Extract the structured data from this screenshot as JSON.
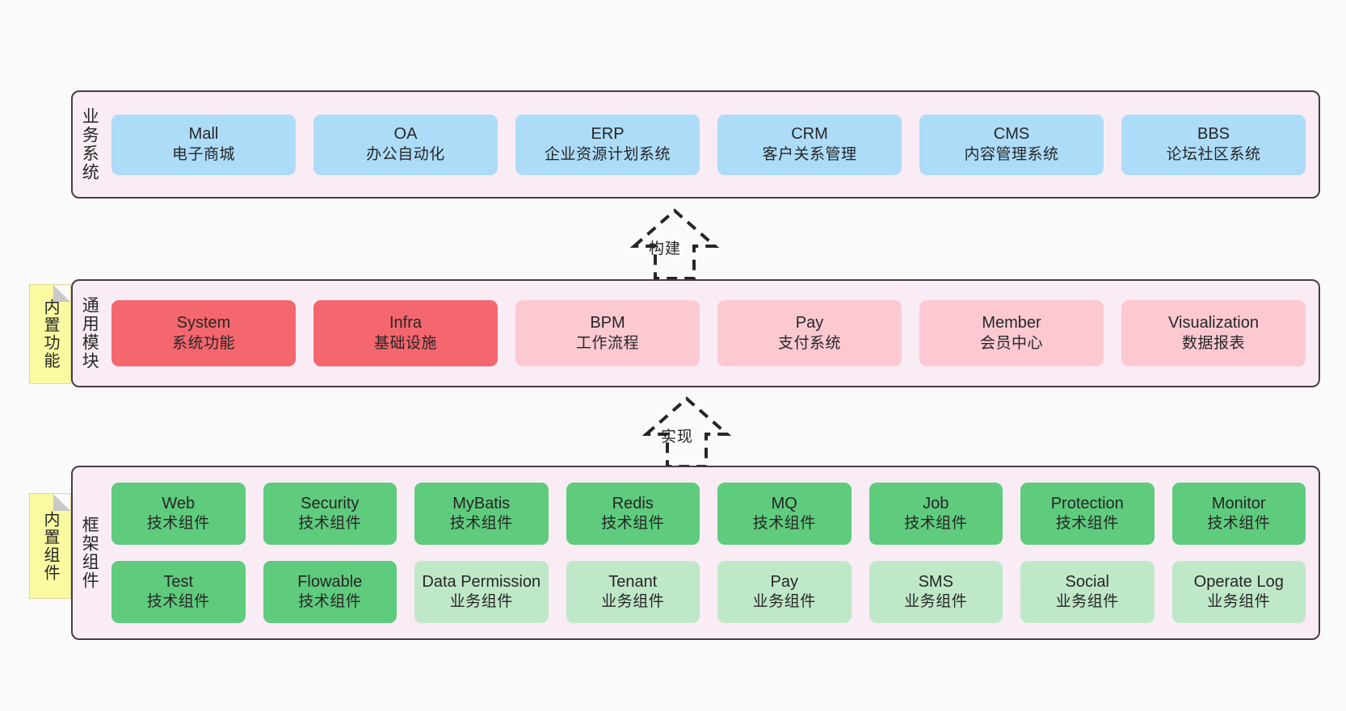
{
  "layers": [
    {
      "id": "business",
      "title": "业务系统",
      "rows": [
        {
          "style": "c-blue",
          "cards": [
            {
              "en": "Mall",
              "cn": "电子商城"
            },
            {
              "en": "OA",
              "cn": "办公自动化"
            },
            {
              "en": "ERP",
              "cn": "企业资源计划系统"
            },
            {
              "en": "CRM",
              "cn": "客户关系管理"
            },
            {
              "en": "CMS",
              "cn": "内容管理系统"
            },
            {
              "en": "BBS",
              "cn": "论坛社区系统"
            }
          ]
        }
      ]
    },
    {
      "id": "modules",
      "title": "通用模块",
      "rows": [
        {
          "cards": [
            {
              "en": "System",
              "cn": "系统功能",
              "style": "c-red"
            },
            {
              "en": "Infra",
              "cn": "基础设施",
              "style": "c-red"
            },
            {
              "en": "BPM",
              "cn": "工作流程",
              "style": "c-pink"
            },
            {
              "en": "Pay",
              "cn": "支付系统",
              "style": "c-pink"
            },
            {
              "en": "Member",
              "cn": "会员中心",
              "style": "c-pink"
            },
            {
              "en": "Visualization",
              "cn": "数据报表",
              "style": "c-pink"
            }
          ]
        }
      ]
    },
    {
      "id": "frame",
      "title": "框架组件",
      "rows": [
        {
          "style": "c-green",
          "cards": [
            {
              "en": "Web",
              "cn": "技术组件"
            },
            {
              "en": "Security",
              "cn": "技术组件"
            },
            {
              "en": "MyBatis",
              "cn": "技术组件"
            },
            {
              "en": "Redis",
              "cn": "技术组件"
            },
            {
              "en": "MQ",
              "cn": "技术组件"
            },
            {
              "en": "Job",
              "cn": "技术组件"
            },
            {
              "en": "Protection",
              "cn": "技术组件"
            },
            {
              "en": "Monitor",
              "cn": "技术组件"
            }
          ]
        },
        {
          "cards": [
            {
              "en": "Test",
              "cn": "技术组件",
              "style": "c-green"
            },
            {
              "en": "Flowable",
              "cn": "技术组件",
              "style": "c-green"
            },
            {
              "en": "Data Permission",
              "cn": "业务组件",
              "style": "c-greenlight"
            },
            {
              "en": "Tenant",
              "cn": "业务组件",
              "style": "c-greenlight"
            },
            {
              "en": "Pay",
              "cn": "业务组件",
              "style": "c-greenlight"
            },
            {
              "en": "SMS",
              "cn": "业务组件",
              "style": "c-greenlight"
            },
            {
              "en": "Social",
              "cn": "业务组件",
              "style": "c-greenlight"
            },
            {
              "en": "Operate Log",
              "cn": "业务组件",
              "style": "c-greenlight"
            }
          ]
        }
      ]
    }
  ],
  "sticky_notes": [
    {
      "id": "modules",
      "label": "内置功能"
    },
    {
      "id": "frame",
      "label": "内置组件"
    }
  ],
  "arrows": [
    {
      "id": "build",
      "label": "构建"
    },
    {
      "id": "impl",
      "label": "实现"
    }
  ],
  "colors": {
    "canvas": "#fafafa",
    "layer_fill": "#f9ecf5",
    "layer_border": "#4a3b47",
    "blue": "#ADDCF9",
    "red": "#F4676E",
    "pink": "#FCC9D2",
    "green": "#5FCB7D",
    "green_light": "#BFE8C8",
    "sticky": "#FAFAA0",
    "text": "#262626"
  }
}
